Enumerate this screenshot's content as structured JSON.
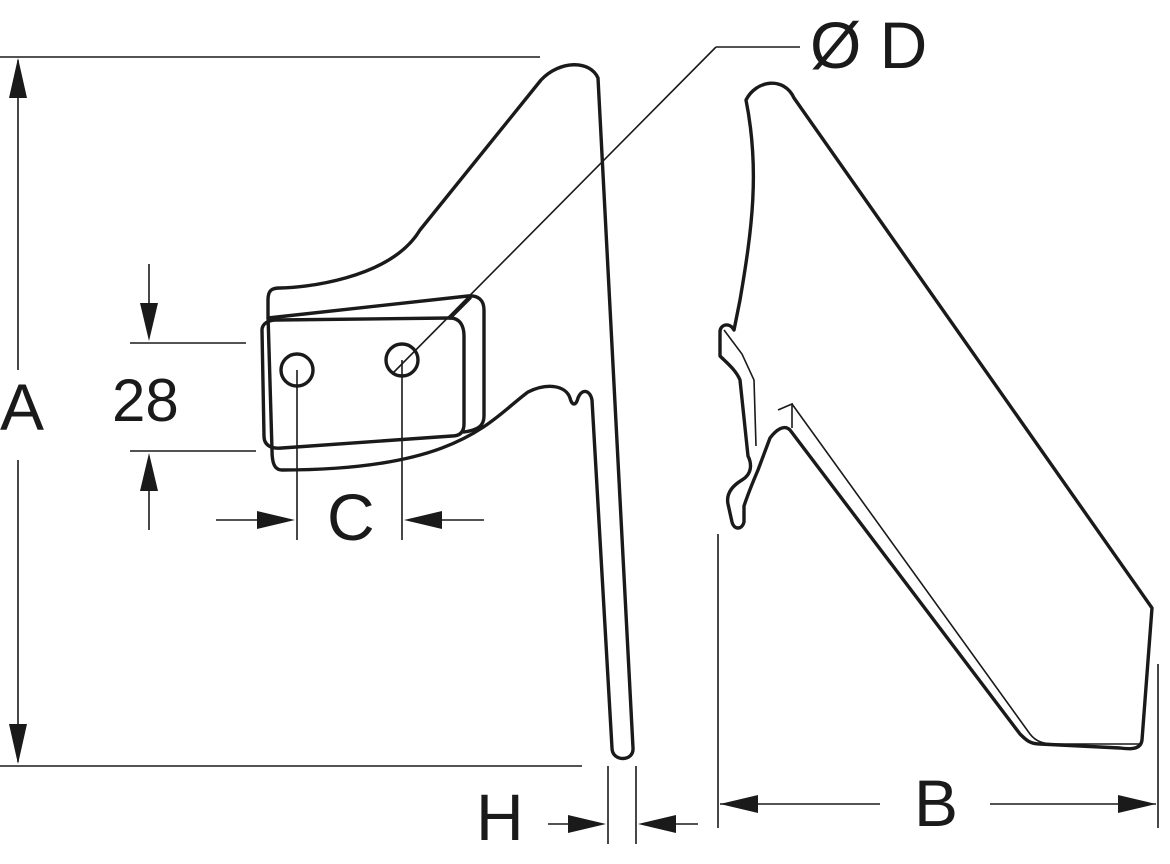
{
  "diagram": {
    "labels": {
      "dim_a": "A",
      "dim_b": "B",
      "dim_c": "C",
      "dim_d": "Ø D",
      "dim_h": "H",
      "dim_28": "28"
    },
    "colors": {
      "line": "#1a1a1a",
      "background": "#ffffff"
    }
  }
}
